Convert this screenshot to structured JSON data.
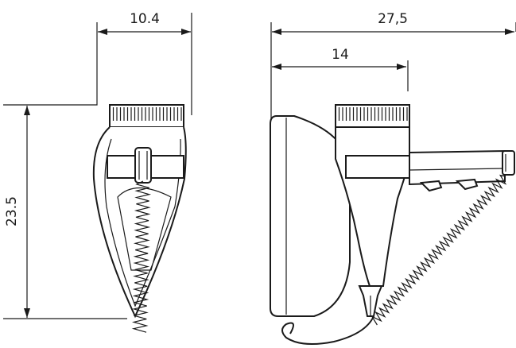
{
  "dimensions": {
    "front_width": "10.4",
    "front_height": "23.5",
    "side_total_width": "27,5",
    "side_partial_width": "14"
  }
}
